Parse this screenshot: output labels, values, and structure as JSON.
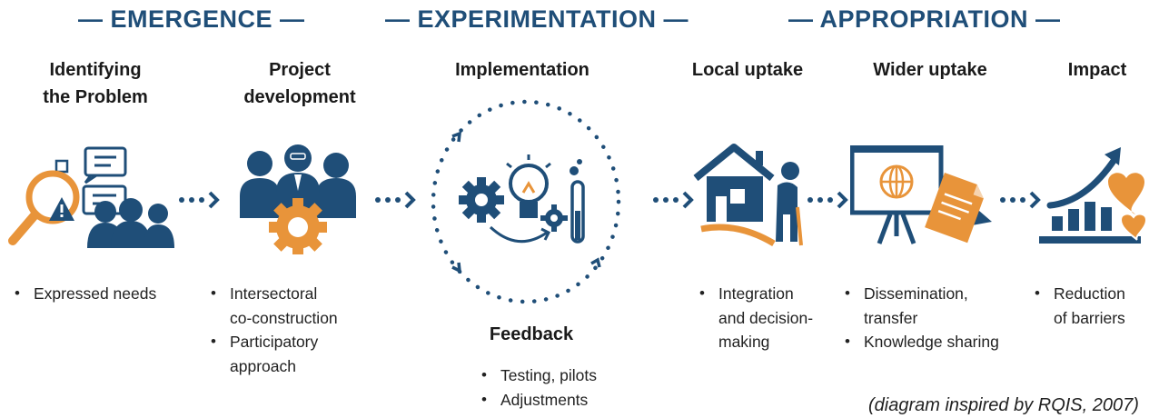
{
  "phases": {
    "emergence": "— EMERGENCE —",
    "experimentation": "— EXPERIMENTATION —",
    "appropriation": "— APPROPRIATION —"
  },
  "steps": {
    "problem": {
      "title_line1": "Identifying",
      "title_line2": "the Problem",
      "bullets": [
        "Expressed needs"
      ]
    },
    "project": {
      "title_line1": "Project",
      "title_line2": "development",
      "bullets_1": [
        "Intersectoral",
        "co-construction"
      ],
      "bullets_2": [
        "Participatory",
        "approach"
      ]
    },
    "implementation": {
      "title": "Implementation"
    },
    "feedback": {
      "title": "Feedback",
      "bullets": [
        "Testing, pilots",
        "Adjustments"
      ]
    },
    "local": {
      "title": "Local uptake",
      "bullets": [
        "Integration",
        "and decision-",
        "making"
      ]
    },
    "wider": {
      "title": "Wider uptake",
      "bullets_1": [
        "Dissemination,",
        "transfer"
      ],
      "bullets_2": [
        "Knowledge sharing"
      ]
    },
    "impact": {
      "title": "Impact",
      "bullets": [
        "Reduction",
        "of barriers"
      ]
    }
  },
  "caption": "(diagram inspired by RQIS, 2007)",
  "colors": {
    "navy": "#1f4e78",
    "orange": "#e8943a"
  },
  "icons": [
    "search-problem-icon",
    "team-gear-icon",
    "innovation-icon",
    "house-elder-icon",
    "presentation-board-icon",
    "growth-chart-hearts-icon",
    "dotted-arrow-icon"
  ]
}
